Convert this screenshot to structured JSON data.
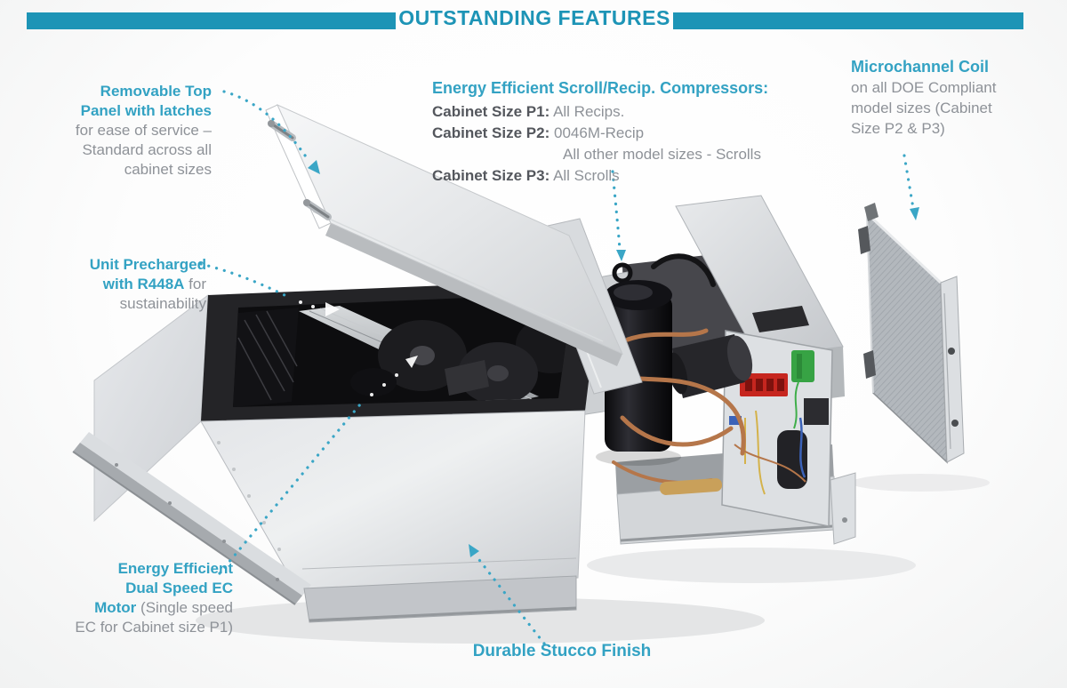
{
  "banner": {
    "title": "OUTSTANDING FEATURES"
  },
  "colors": {
    "banner_teal": "#1d94b6",
    "label_teal": "#33a2c3",
    "body_gray": "#8e9298",
    "label_dark": "#54575d"
  },
  "callouts": {
    "removable_top": {
      "teal_lines": [
        "Removable Top",
        "Panel with latches"
      ],
      "gray_lines": [
        "for ease of service –",
        "Standard across all",
        "cabinet sizes"
      ]
    },
    "compressors": {
      "title": "Energy Efficient Scroll/Recip. Compressors:",
      "rows": [
        {
          "label": "Cabinet Size P1:",
          "value": "All Recips."
        },
        {
          "label": "Cabinet Size P2:",
          "value": "0046M-Recip"
        },
        {
          "label": "",
          "value": "All other model sizes - Scrolls"
        },
        {
          "label": "Cabinet Size P3:",
          "value": "All Scrolls"
        }
      ]
    },
    "microchannel": {
      "title": "Microchannel Coil",
      "gray_lines": [
        "on all DOE Compliant",
        "model sizes (Cabinet",
        "Size P2 & P3)"
      ]
    },
    "precharged": {
      "teal_line1": "Unit Precharged",
      "teal_part2": "with R448A",
      "gray_part2": " for",
      "gray_line3": "sustainability"
    },
    "ec_motor": {
      "teal_line1": "Energy Efficient",
      "teal_line2": "Dual Speed EC",
      "teal_part3": "Motor",
      "gray_part3": " (Single speed",
      "gray_line4": "EC for Cabinet size P1)"
    },
    "durable": {
      "title": "Durable Stucco Finish"
    }
  }
}
